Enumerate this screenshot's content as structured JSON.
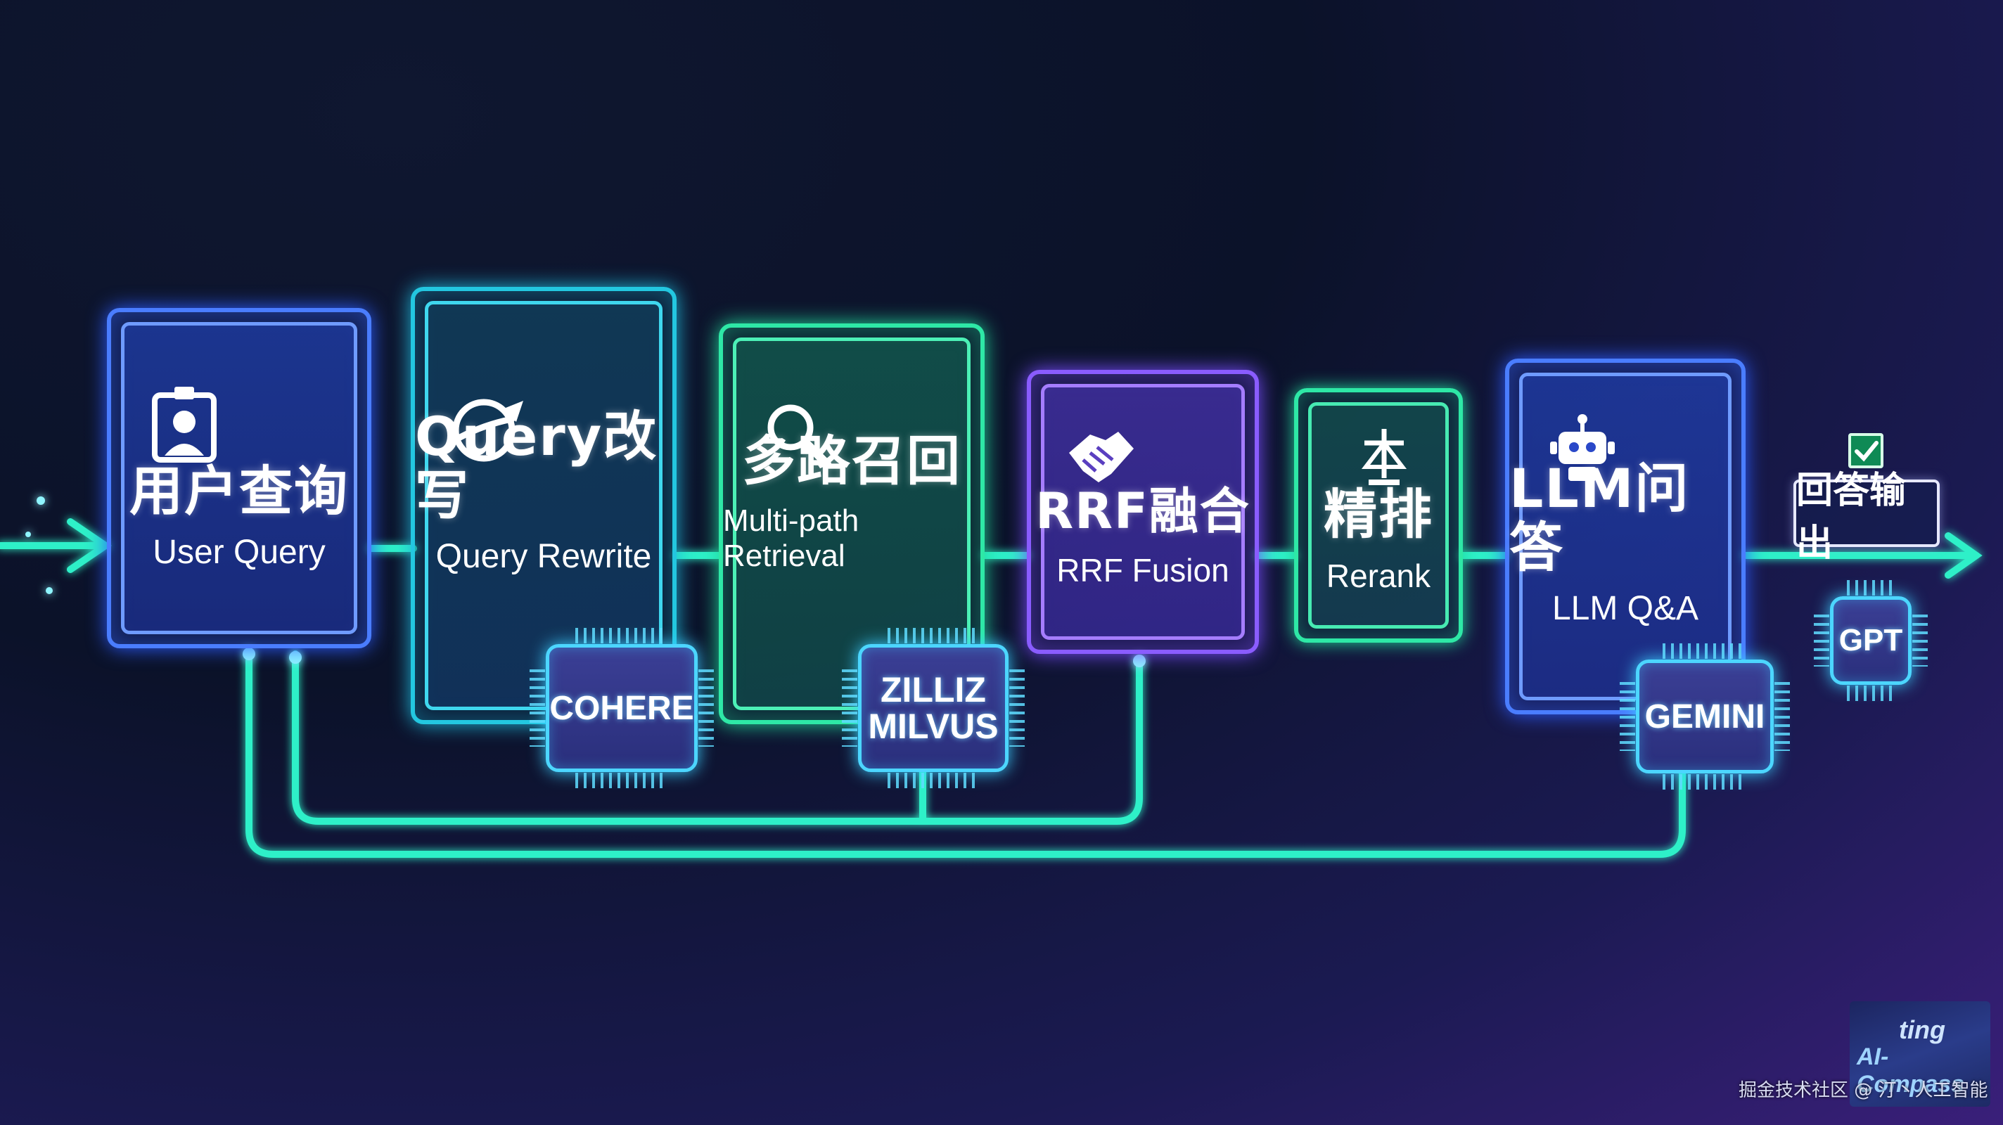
{
  "nodes": {
    "user_query": {
      "zh": "用户查询",
      "en": "User Query"
    },
    "query_rewrite": {
      "zh": "Query改写",
      "en": "Query Rewrite"
    },
    "multi_path": {
      "zh": "多路召回",
      "en": "Multi-path Retrieval"
    },
    "rrf": {
      "zh": "RRF融合",
      "en": "RRF Fusion"
    },
    "rerank": {
      "zh": "精排",
      "en": "Rerank"
    },
    "llm": {
      "zh": "LLM问答",
      "en": "LLM Q&A"
    }
  },
  "chips": {
    "cohere": "COHERE",
    "zilliz_line1": "ZILLIZ",
    "zilliz_line2": "MILVUS",
    "gemini": "GEMINI",
    "gpt": "GPT"
  },
  "output": {
    "label": "回答输出"
  },
  "watermark": {
    "logo_line1": "ting",
    "logo_line2": "AI-Compass",
    "text": "掘金技术社区 @ 汀丶人工智能"
  },
  "icons": [
    "person-badge-icon",
    "rewrite-globe-icon",
    "search-icon",
    "handshake-icon",
    "balance-scale-icon",
    "robot-icon",
    "check-icon"
  ],
  "colors": {
    "blue": "#4a7dff",
    "teal": "#23c7e0",
    "green": "#2ee8a6",
    "purple": "#8a5cff",
    "flow_line": "#2ef0c8"
  }
}
